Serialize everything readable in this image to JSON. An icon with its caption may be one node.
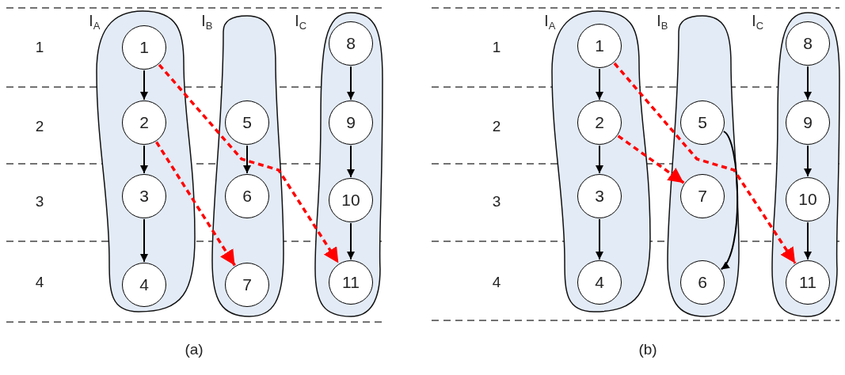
{
  "diagram": {
    "nodes": [
      {
        "text": [
          "I$_{A}$"
        ]
      },
      {
        "text": [
          "1"
        ],
        "in": 0
      },
      {
        "text": [
          "2"
        ],
        "in": 0
      },
      {
        "text": [
          "3"
        ],
        "in": 0
      },
      {
        "text": [
          "4"
        ],
        "in": 0
      },
      {
        "text": [
          "I$_{B}$"
        ]
      },
      {
        "text": [
          "5"
        ],
        "in": 5
      },
      {
        "text": [
          "6"
        ],
        "in": 5
      },
      {
        "text": [
          "7"
        ],
        "in": 5
      },
      {
        "text": [
          "I$_{C}$"
        ]
      },
      {
        "text": [
          "8"
        ],
        "in": 9
      },
      {
        "text": [
          "9"
        ],
        "in": 9
      },
      {
        "text": [
          "10"
        ],
        "in": 9
      },
      {
        "text": [
          "11"
        ],
        "in": 9
      },
      {
        "text": [
          "I$_{A}$"
        ]
      },
      {
        "text": [
          "1"
        ],
        "in": 14
      },
      {
        "text": [
          "2"
        ],
        "in": 14
      },
      {
        "text": [
          "3"
        ],
        "in": 14
      },
      {
        "text": [
          "4"
        ],
        "in": 14
      },
      {
        "text": [
          "I$_{B}$"
        ]
      },
      {
        "text": [
          "5"
        ],
        "in": 19
      },
      {
        "text": [
          "7"
        ],
        "in": 19
      },
      {
        "text": [
          "6"
        ],
        "in": 19
      },
      {
        "text": [
          "I$_{C}$"
        ]
      },
      {
        "text": [
          "8"
        ],
        "in": 23
      },
      {
        "text": [
          "9"
        ],
        "in": 23
      },
      {
        "text": [
          "10"
        ],
        "in": 23
      },
      {
        "text": [
          "11"
        ],
        "in": 23
      }
    ],
    "edges": [
      {
        "from": 1,
        "to": 2,
        "arrow": "to"
      },
      {
        "from": 2,
        "to": 3,
        "arrow": "to"
      },
      {
        "from": 3,
        "to": 4,
        "arrow": "to"
      },
      {
        "from": 6,
        "to": 7,
        "arrow": "to"
      },
      {
        "from": 10,
        "to": 11,
        "arrow": "to"
      },
      {
        "from": 11,
        "to": 12,
        "arrow": "to"
      },
      {
        "from": 12,
        "to": 13,
        "arrow": "to"
      },
      {
        "from": 1,
        "to": 13,
        "arrow": "to",
        "style": "dashed",
        "color": "#ff0000"
      },
      {
        "from": 2,
        "to": 8,
        "arrow": "to",
        "style": "dashed",
        "color": "#ff0000"
      },
      {
        "from": 15,
        "to": 16,
        "arrow": "to"
      },
      {
        "from": 16,
        "to": 17,
        "arrow": "to"
      },
      {
        "from": 17,
        "to": 18,
        "arrow": "to"
      },
      {
        "from": 20,
        "to": 22,
        "arrow": "to"
      },
      {
        "from": 24,
        "to": 25,
        "arrow": "to"
      },
      {
        "from": 25,
        "to": 26,
        "arrow": "to"
      },
      {
        "from": 26,
        "to": 27,
        "arrow": "to"
      },
      {
        "from": 15,
        "to": 27,
        "arrow": "to",
        "style": "dashed",
        "color": "#ff0000"
      },
      {
        "from": 16,
        "to": 21,
        "arrow": "to",
        "style": "dashed",
        "color": "#ff0000"
      }
    ],
    "labels": [
      "1",
      "2",
      "3",
      "4",
      "1",
      "2",
      "3",
      "4",
      "(a)",
      "(b)"
    ]
  }
}
